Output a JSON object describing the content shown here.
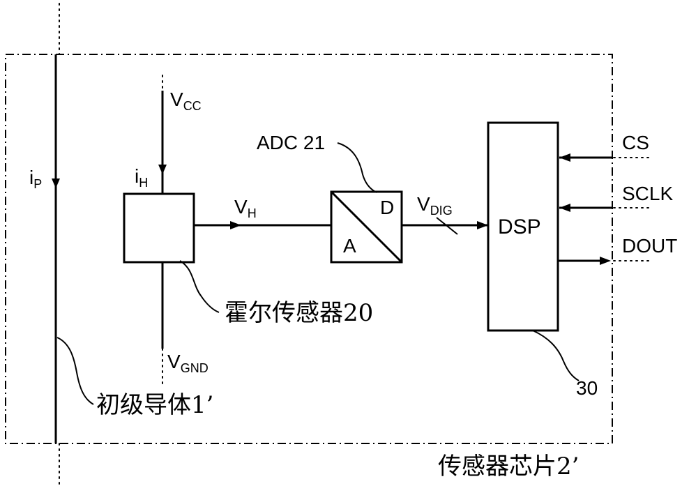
{
  "labels": {
    "ip_main": "i",
    "ip_sub": "P",
    "ih_main": "i",
    "ih_sub": "H",
    "vcc_main": "V",
    "vcc_sub": "CC",
    "vgnd_main": "V",
    "vgnd_sub": "GND",
    "vh_main": "V",
    "vh_sub": "H",
    "vdig_main": "V",
    "vdig_sub": "DIG",
    "adc_label": "ADC 21",
    "adc_a": "A",
    "adc_d": "D",
    "dsp": "DSP",
    "cs": "CS",
    "sclk": "SCLK",
    "dout": "DOUT",
    "hall_sensor": "霍尔传感器20",
    "primary_conductor": "初级导体1’",
    "dsp_ref": "30",
    "sensor_chip": "传感器芯片2’"
  }
}
